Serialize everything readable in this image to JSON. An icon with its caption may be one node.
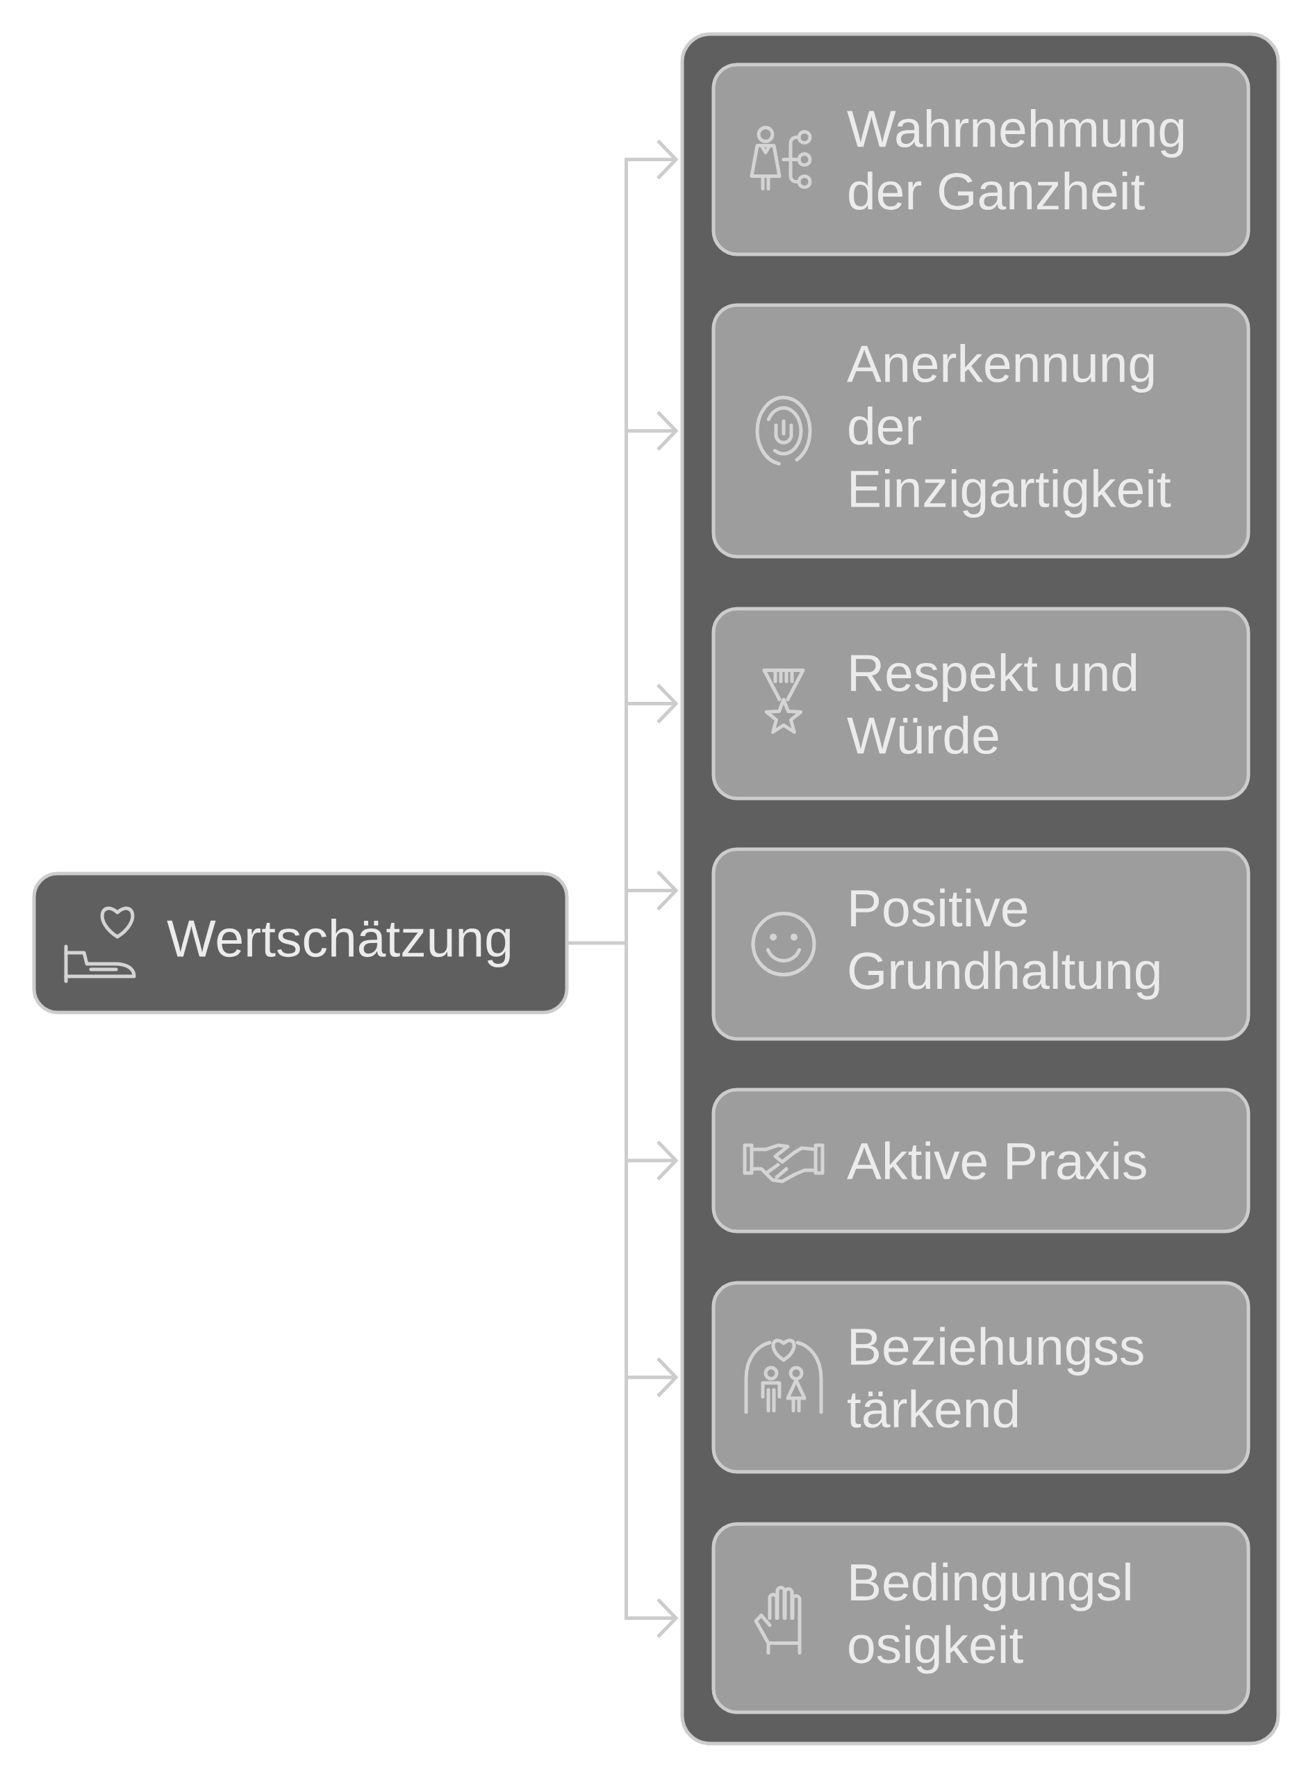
{
  "diagram": {
    "nodes": [
      {
        "text": [
          "Wertschätzung"
        ]
      },
      {
        "text": [],
        "shape": "box"
      },
      {
        "text": [
          "Wahrnehmung der Ganzheit"
        ],
        "in": 1
      },
      {
        "text": [
          "Anerkennung der Einzigartigkeit"
        ],
        "in": 1
      },
      {
        "text": [
          "Respekt und Würde"
        ],
        "in": 1
      },
      {
        "text": [
          "Positive Grundhaltung"
        ],
        "in": 1
      },
      {
        "text": [
          "Aktive Praxis"
        ],
        "in": 1
      },
      {
        "text": [
          "Beziehungss tärkend"
        ],
        "in": 1
      },
      {
        "text": [
          "Bedingungsl osigkeit"
        ],
        "in": 1
      }
    ],
    "edges": [
      {
        "from": 0,
        "to": 2,
        "arrow": "to"
      },
      {
        "from": 0,
        "to": 3,
        "arrow": "to"
      },
      {
        "from": 0,
        "to": 4,
        "arrow": "to"
      },
      {
        "from": 0,
        "to": 5,
        "arrow": "to"
      },
      {
        "from": 0,
        "to": 6,
        "arrow": "to"
      },
      {
        "from": 0,
        "to": 7,
        "arrow": "to"
      },
      {
        "from": 0,
        "to": 8,
        "arrow": "to"
      }
    ]
  }
}
